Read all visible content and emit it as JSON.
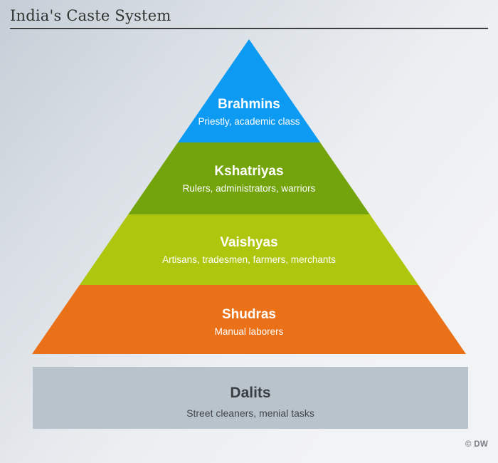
{
  "header": {
    "title": "India's Caste System"
  },
  "pyramid": {
    "levels": [
      {
        "name": "Brahmins",
        "description": "Priestly, academic class",
        "color": "#0d9af2",
        "text_color": "#ffffff"
      },
      {
        "name": "Kshatriyas",
        "description": "Rulers, administrators, warriors",
        "color": "#74a40b",
        "text_color": "#ffffff"
      },
      {
        "name": "Vaishyas",
        "description": "Artisans, tradesmen, farmers, merchants",
        "color": "#aec70e",
        "text_color": "#ffffff"
      },
      {
        "name": "Shudras",
        "description": "Manual laborers",
        "color": "#ea7118",
        "text_color": "#ffffff"
      }
    ]
  },
  "outcaste": {
    "name": "Dalits",
    "description": "Street cleaners, menial tasks",
    "color": "#b9c3cb",
    "text_color": "#3a3f43"
  },
  "footer": {
    "credit": "© DW"
  },
  "colors": {
    "background_top_left": "#c5ced7",
    "background_bottom_right": "#f2f3f5",
    "title_text": "#30332f",
    "title_rule": "#3c4043",
    "credit_text": "#777e85"
  }
}
